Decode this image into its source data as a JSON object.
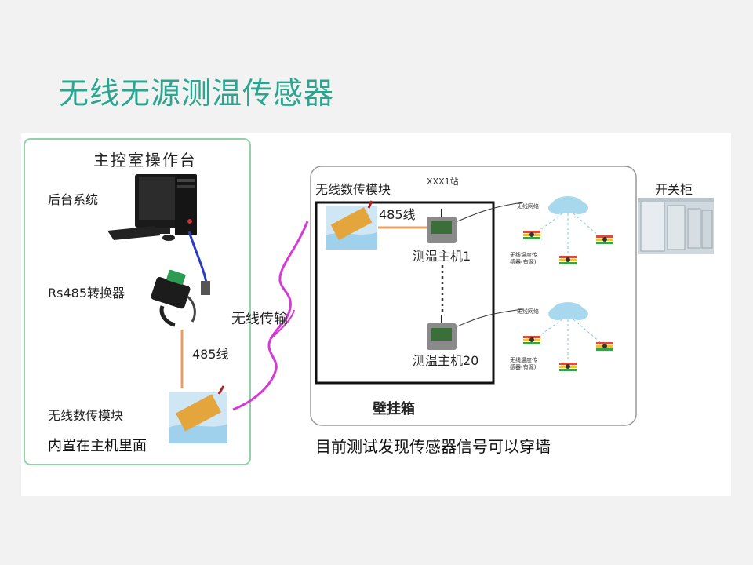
{
  "slide": {
    "title": "无线无源测温传感器"
  },
  "diagram": {
    "left_panel": {
      "title": "主控室操作台",
      "backend": "后台系统",
      "converter": "Rs485转换器",
      "cable": "485线",
      "module": "无线数传模块",
      "module_note": "内置在主机里面"
    },
    "link_label": "无线传输",
    "wall_box": {
      "module": "无线数传模块",
      "station": "XXX1站",
      "cable": "485线",
      "host_1": "测温主机1",
      "host_20": "测温主机20",
      "box_label": "壁挂箱",
      "network_1": "无线网络",
      "network_2": "无线网络",
      "sensor_note_1_line1": "无线温度传",
      "sensor_note_1_line2": "感器(有源)",
      "sensor_note_2_line1": "无线温度传",
      "sensor_note_2_line2": "感器(有源)"
    },
    "switchgear": "开关柜",
    "bottom_note": "目前测试发现传感器信号可以穿墙"
  },
  "colors": {
    "title": "#2aa58f",
    "panel_border": "#8fd3a6",
    "link": "#d63ad6",
    "cable": "#e8a060",
    "usb": "#2b3bbf",
    "cloud": "#a8d8ee"
  }
}
